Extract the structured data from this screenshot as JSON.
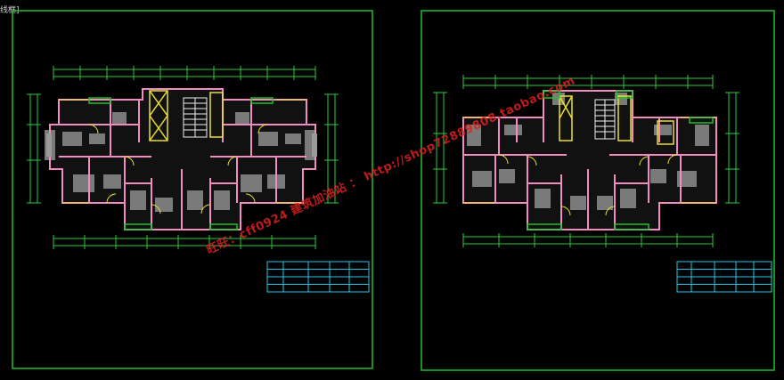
{
  "tab": {
    "label": "线框]"
  },
  "watermark": {
    "text": "旺旺：cff0924  建筑加油站 ： http://shop72889808.taobao.com"
  },
  "colors": {
    "background": "#000000",
    "sheet_frame": "#21c02a",
    "dimension": "#2ecc40",
    "wall": "#f08cc0",
    "column": "#9a9a9a",
    "door": "#e8e030",
    "stair": "#f0f0f0",
    "title_block": "#20c8e8",
    "watermark": "#e02020"
  },
  "sheets": [
    {
      "id": "sheet-left",
      "title_block_rows": 4,
      "title_block_cols": 5
    },
    {
      "id": "sheet-right",
      "title_block_rows": 4,
      "title_block_cols": 5
    }
  ]
}
